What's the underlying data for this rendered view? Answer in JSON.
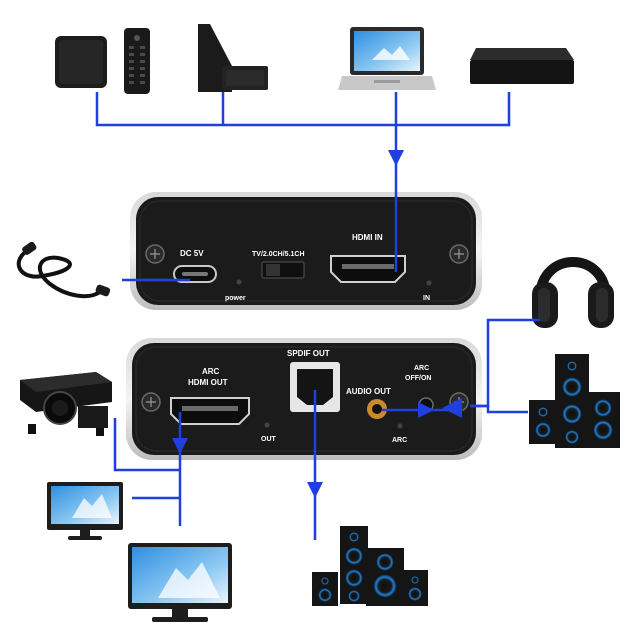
{
  "colors": {
    "line": "#1f3fe0",
    "panel": "#1b1b1b",
    "panel_edge": "#5a5a5a",
    "device": "#1c1c1c",
    "screen_blue": "#4aa7e8",
    "speaker_blue": "#1e7fd6"
  },
  "input_panel": {
    "dc_label": "DC 5V",
    "mode_label": "TV/2.0CH/5.1CH",
    "hdmi_in_label": "HDMI IN",
    "power_label": "power",
    "in_label": "IN"
  },
  "output_panel": {
    "arc_label": "ARC",
    "hdmi_out_label": "HDMI OUT",
    "out_label": "OUT",
    "spdif_label": "SPDIF OUT",
    "audio_out_label": "AUDIO OUT",
    "arc_off_on_line1": "ARC",
    "arc_off_on_line2": "OFF/ON",
    "arc_small_label": "ARC"
  },
  "icons": {
    "sources": [
      "set-top-box-icon",
      "remote-icon",
      "game-console-icon",
      "laptop-icon",
      "media-player-icon"
    ],
    "outputs": [
      "projector-icon",
      "monitor-icon",
      "tv-icon",
      "speaker-system-icon",
      "headphones-icon"
    ],
    "cable": "usb-c-cable-icon"
  }
}
